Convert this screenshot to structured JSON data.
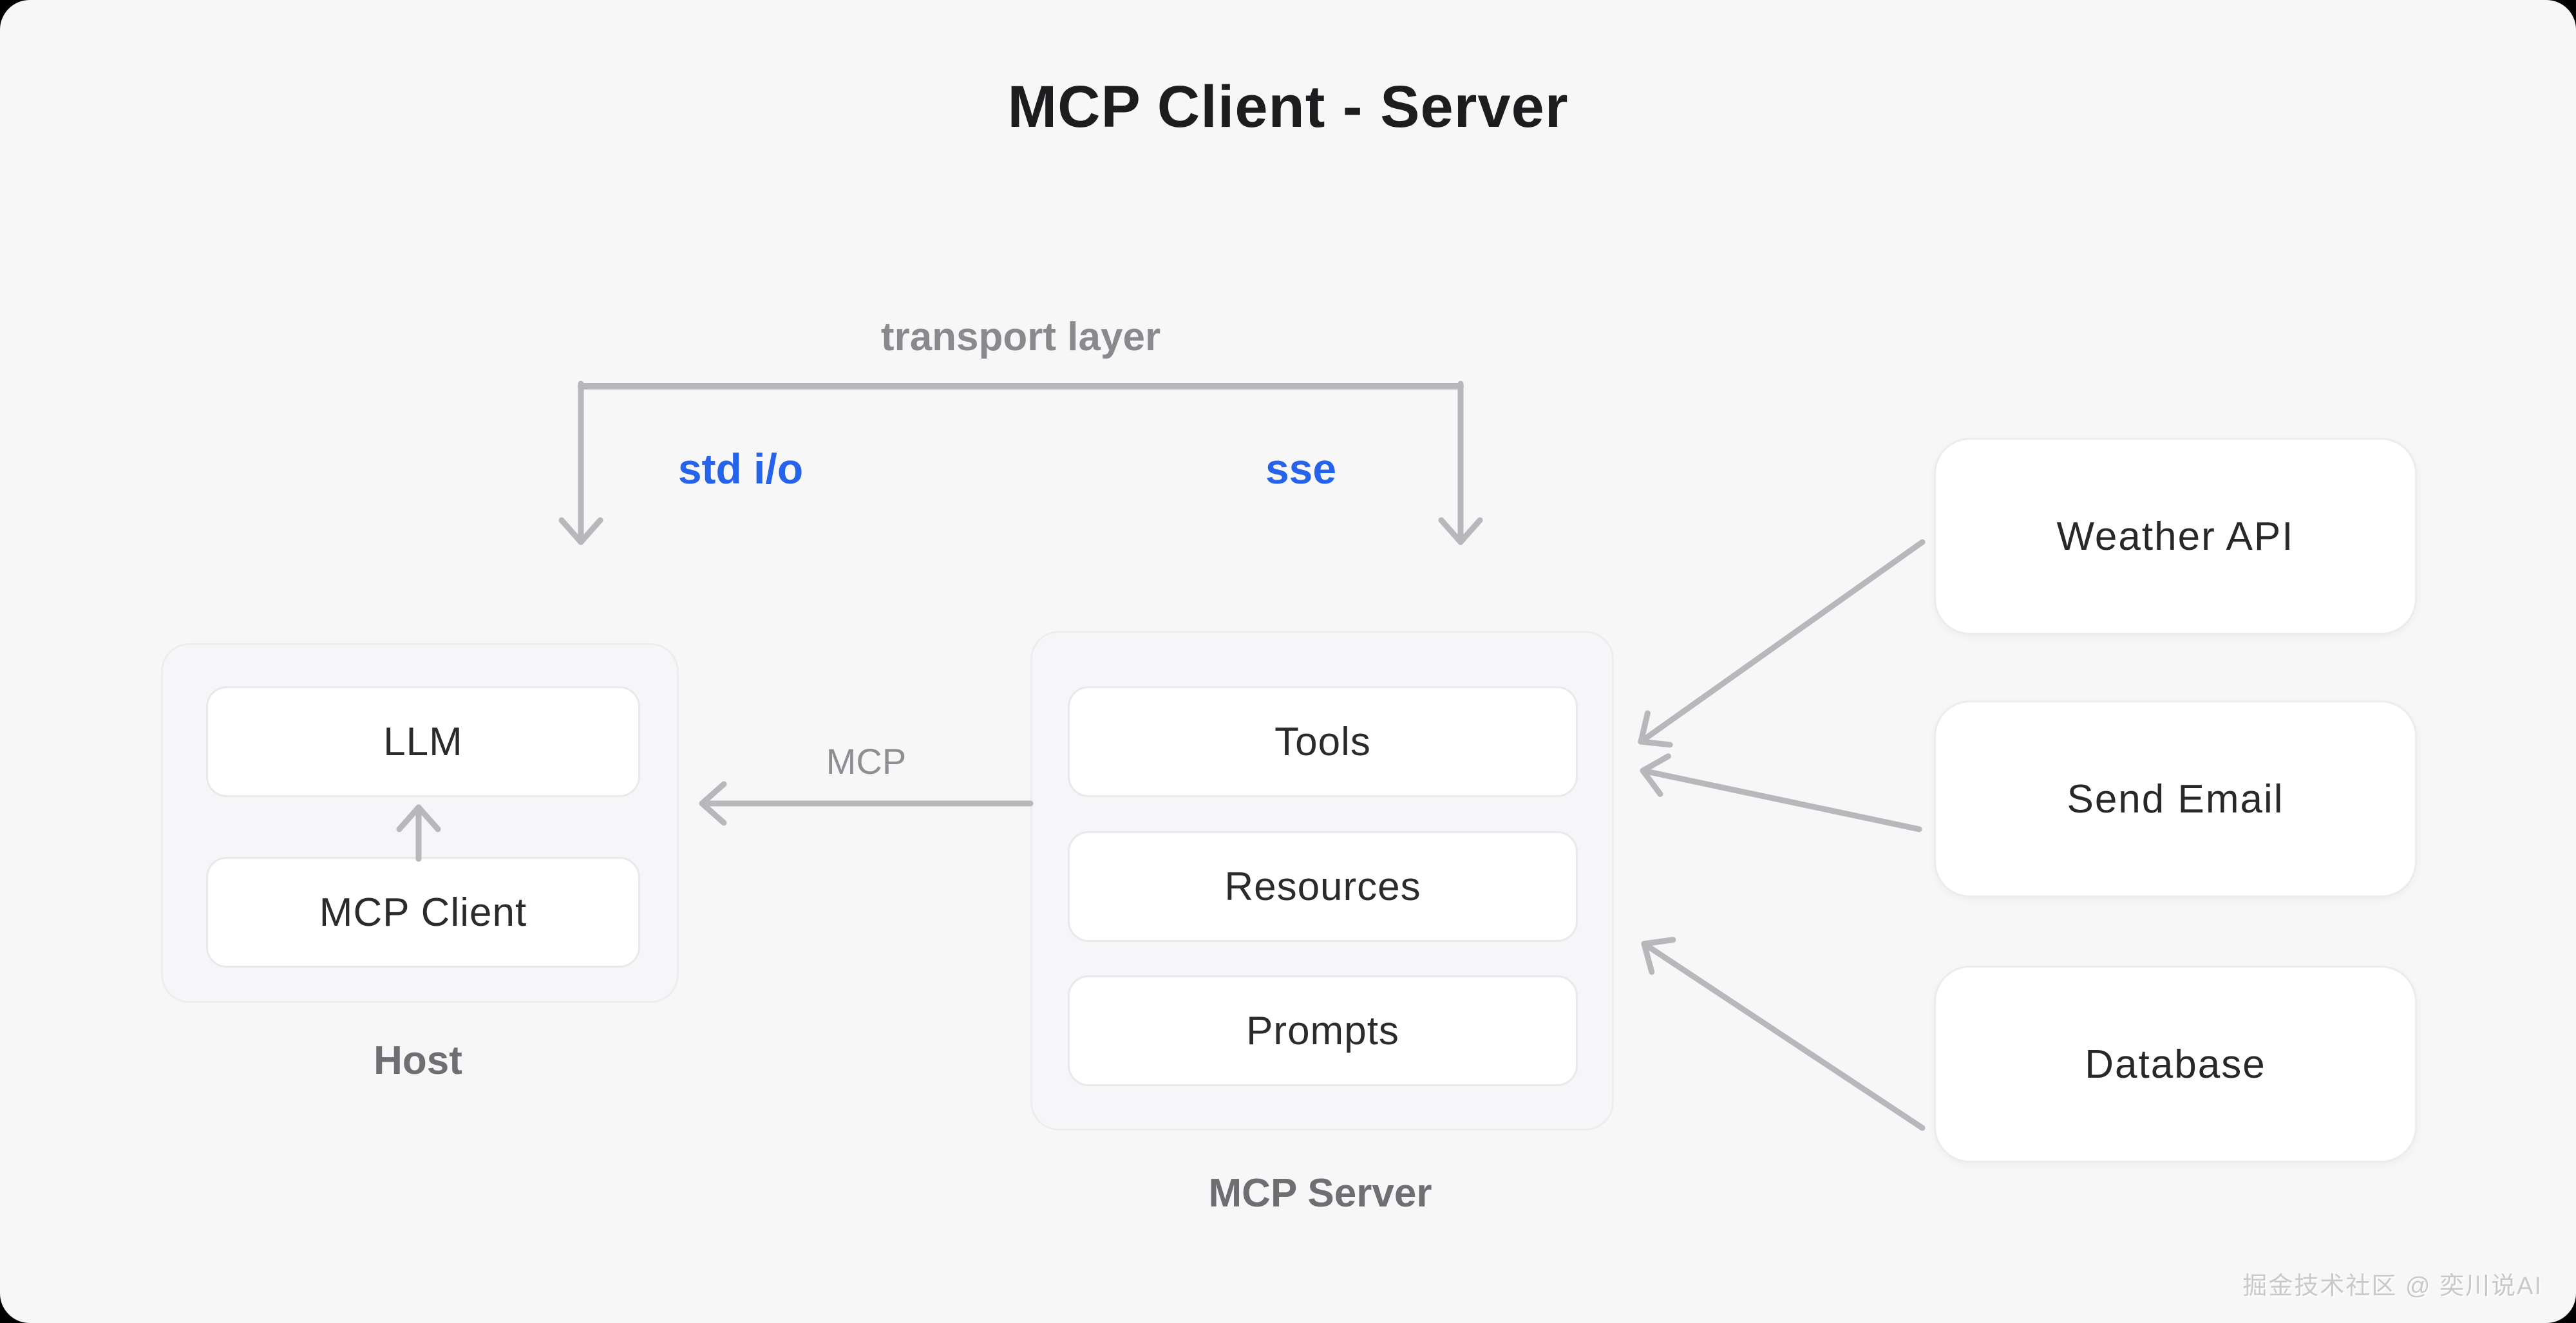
{
  "title": "MCP Client - Server",
  "transport": {
    "label": "transport layer",
    "stdio": "std i/o",
    "sse": "sse"
  },
  "mcp_arrow_label": "MCP",
  "host": {
    "label": "Host",
    "items": [
      {
        "label": "LLM"
      },
      {
        "label": "MCP Client"
      }
    ]
  },
  "server": {
    "label": "MCP Server",
    "items": [
      {
        "label": "Tools"
      },
      {
        "label": "Resources"
      },
      {
        "label": "Prompts"
      }
    ]
  },
  "external": {
    "items": [
      {
        "label": "Weather API"
      },
      {
        "label": "Send Email"
      },
      {
        "label": "Database"
      }
    ]
  },
  "watermark": "掘金技术社区 @ 奕川说AI",
  "colors": {
    "canvas_bg": "#000000",
    "panel_bg": "#f7f7f8",
    "box_bg": "#ffffff",
    "box_border": "#e9e9eb",
    "arrow": "#b8b8bc",
    "accent_blue": "#2563eb",
    "title_text": "#1d1d1f",
    "muted_label": "#6e6e73"
  }
}
